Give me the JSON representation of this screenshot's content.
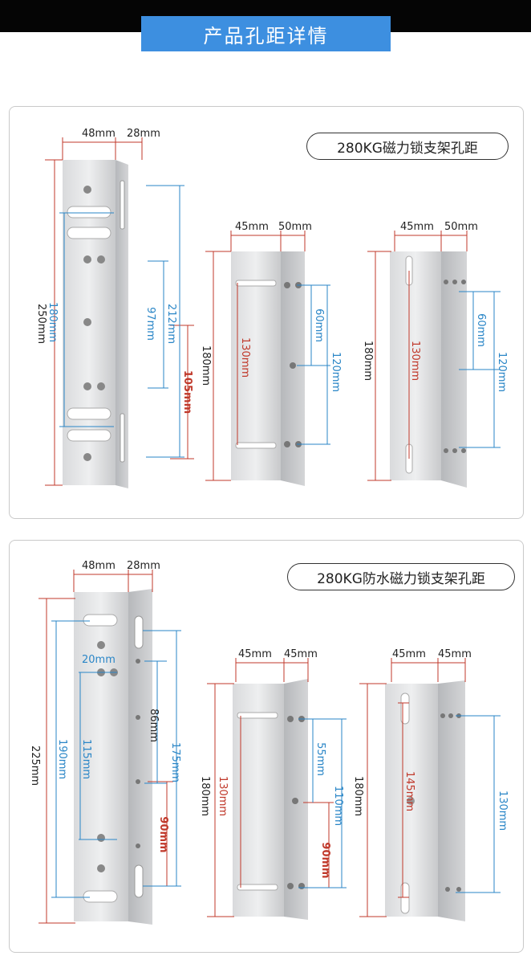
{
  "header": {
    "title": "产品孔距详情"
  },
  "panel1": {
    "caption": "280KG磁力锁支架孔距",
    "b1": {
      "w1": "48mm",
      "w2": "28mm",
      "overall": "250mm",
      "h180": "180mm",
      "h97": "97mm",
      "h212": "212mm",
      "h105": "105mm"
    },
    "b2": {
      "w1": "45mm",
      "w2": "50mm",
      "h180": "180mm",
      "h130": "130mm",
      "h60": "60mm",
      "h120": "120mm"
    },
    "b3": {
      "w1": "45mm",
      "w2": "50mm",
      "h180": "180mm",
      "h130": "130mm",
      "h60": "60mm",
      "h120": "120mm"
    }
  },
  "panel2": {
    "caption": "280KG防水磁力锁支架孔距",
    "b1": {
      "w1": "48mm",
      "w2": "28mm",
      "overall": "225mm",
      "h190": "190mm",
      "h20": "20mm",
      "h115": "115mm",
      "h86": "86mm",
      "h175": "175mm",
      "h90": "90mm"
    },
    "b2": {
      "w1": "45mm",
      "w2": "45mm",
      "h180": "180mm",
      "h130": "130mm",
      "h55": "55mm",
      "h110": "110mm",
      "h90": "90mm"
    },
    "b3": {
      "w1": "45mm",
      "w2": "45mm",
      "h180": "180mm",
      "h145": "145mm",
      "h130": "130mm"
    }
  },
  "colors": {
    "accent": "#3d8fe0",
    "dim_blue": "#2a86c7",
    "dim_red": "#c0392b"
  }
}
